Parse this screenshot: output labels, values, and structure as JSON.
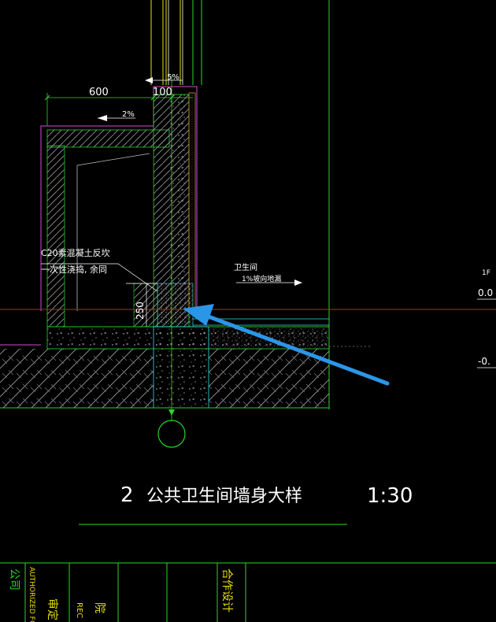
{
  "drawing": {
    "title_number": "2",
    "title_text": "公共卫生间墙身大样",
    "scale": "1:30",
    "dimensions": {
      "d600": "600",
      "d100": "100",
      "d250": "250"
    },
    "slopes": {
      "top_slope": "5%",
      "ledge_slope": "2%"
    },
    "note": {
      "line1": "C20素混凝土反坎",
      "line2": "一次性浇捣, 余同"
    },
    "room": {
      "name": "卫生间",
      "slope_note": "1%坡向地漏"
    },
    "level": {
      "floor": "1F",
      "value1": "0.0",
      "value2": "-0."
    },
    "title_block": {
      "cell1": "公司",
      "cell2": "AUTHORIZED FO",
      "cell3": "审定",
      "cell4": "REC",
      "cell5": "院",
      "cell6": "合作设计"
    }
  },
  "colors": {
    "frame_green": "#29d629",
    "cyan": "#33e0e0",
    "magenta": "#d24bd2",
    "yellow": "#e8e000",
    "white": "#ffffff",
    "red": "#c0262e",
    "arrow_blue": "#2b96e8"
  }
}
